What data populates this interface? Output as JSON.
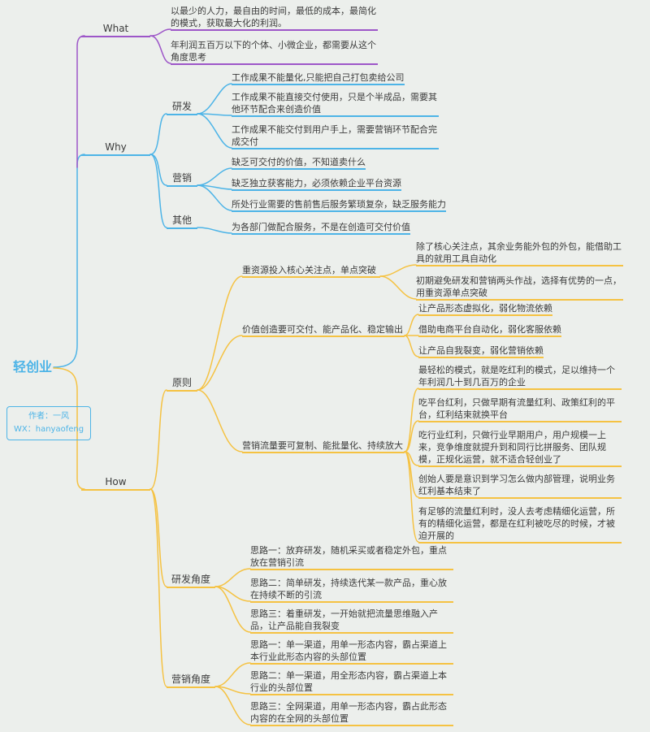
{
  "colors": {
    "purple": "#9D56C8",
    "blue": "#4DB4E7",
    "yellow": "#F5C242",
    "bg": "#ECEFEC",
    "text": "#3B3B3B"
  },
  "root": {
    "label": "轻创业"
  },
  "author": {
    "line1": "作者：一风",
    "line2": "WX：hanyaofeng"
  },
  "what": {
    "label": "What",
    "children": [
      "以最少的人力，最自由的时间，最低的成本，最简化的模式，获取最大化的利润。",
      "年利润五百万以下的个体、小微企业，都需要从这个角度思考"
    ]
  },
  "why": {
    "label": "Why",
    "groups": [
      {
        "label": "研发",
        "children": [
          "工作成果不能量化,只能把自己打包卖给公司",
          "工作成果不能直接交付使用，只是个半成品，需要其他环节配合来创造价值",
          "工作成果不能交付到用户手上，需要营销环节配合完成交付"
        ]
      },
      {
        "label": "营销",
        "children": [
          "缺乏可交付的价值，不知道卖什么",
          "缺乏独立获客能力，必须依赖企业平台资源",
          "所处行业需要的售前售后服务繁琐复杂，缺乏服务能力"
        ]
      },
      {
        "label": "其他",
        "children": [
          "为各部门做配合服务，不是在创造可交付价值"
        ]
      }
    ]
  },
  "how": {
    "label": "How",
    "groups": [
      {
        "label": "原则",
        "topics": [
          {
            "text": "重资源投入核心关注点，单点突破",
            "subs": [
              "除了核心关注点，其余业务能外包的外包，能借助工具的就用工具自动化",
              "初期避免研发和营销两头作战，选择有优势的一点，用重资源单点突破"
            ]
          },
          {
            "text": "价值创造要可交付、能产品化、稳定输出",
            "subs": [
              "让产品形态虚拟化，弱化物流依赖",
              "借助电商平台自动化，弱化客服依赖",
              "让产品自我裂变，弱化营销依赖"
            ]
          },
          {
            "text": "营销流量要可复制、能批量化、持续放大",
            "subs": [
              "最轻松的模式，就是吃红利的模式，足以维持一个年利润几十到几百万的企业",
              "吃平台红利，只做早期有流量红利、政策红利的平台，红利结束就换平台",
              "吃行业红利，只做行业早期用户，用户规模一上来，竞争维度就提升到和同行比拼服务、团队规模，正规化运营，就不适合轻创业了",
              "创始人要是意识到学习怎么做内部管理，说明业务红利基本结束了",
              "有足够的流量红利时，没人去考虑精细化运营，所有的精细化运营，都是在红利被吃尽的时候，才被迫开展的"
            ]
          }
        ]
      },
      {
        "label": "研发角度",
        "topics": [
          "思路一：放弃研发，随机采买或者稳定外包，重点放在营销引流",
          "思路二：简单研发，持续迭代某一款产品，重心放在持续不断的引流",
          "思路三：着重研发，一开始就把流量思维融入产品，让产品能自我裂变"
        ]
      },
      {
        "label": "营销角度",
        "topics": [
          "思路一：单一渠道，用单一形态内容，霸占渠道上本行业此形态内容的头部位置",
          "思路二：单一渠道，用全形态内容，霸占渠道上本行业的头部位置",
          "思路三：全网渠道，用单一形态内容，霸占此形态内容的在全网的头部位置"
        ]
      }
    ]
  }
}
